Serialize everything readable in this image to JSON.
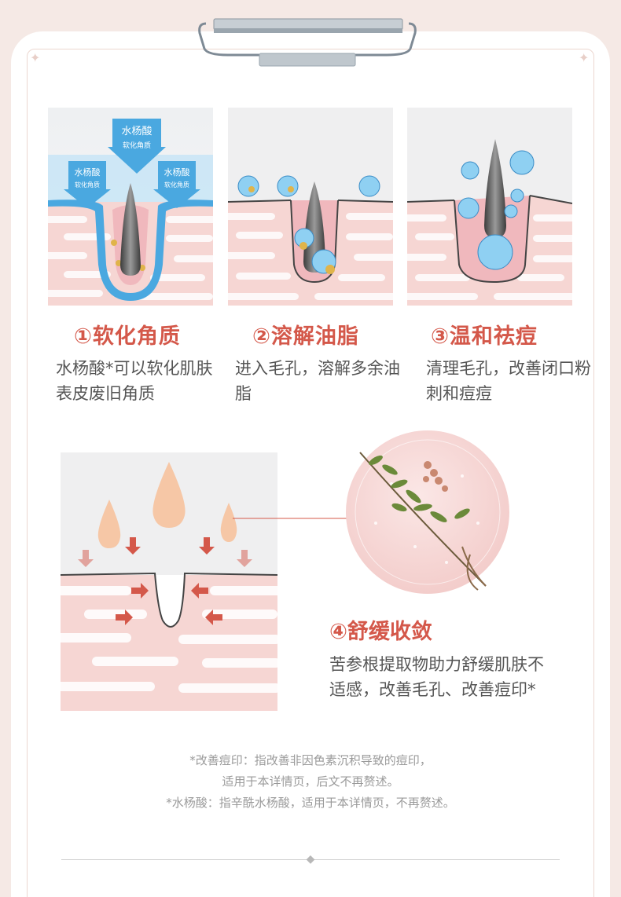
{
  "colors": {
    "accent": "#d4584a",
    "text": "#555555",
    "note": "#9a9a9a",
    "skin": "#f6d6d3",
    "salicylic": "#4aa8e0"
  },
  "panel1": {
    "arrows": [
      {
        "title": "水杨酸",
        "sub": "软化角质"
      },
      {
        "title": "水杨酸",
        "sub": "软化角质"
      },
      {
        "title": "水杨酸",
        "sub": "软化角质"
      }
    ]
  },
  "steps": [
    {
      "title": "①软化角质",
      "desc": "水杨酸*可以软化肌肤表皮废旧角质"
    },
    {
      "title": "②溶解油脂",
      "desc": "进入毛孔，溶解多余油脂"
    },
    {
      "title": "③温和祛痘",
      "desc": "清理毛孔，改善闭口粉刺和痘痘"
    },
    {
      "title": "④舒缓收敛",
      "desc": "苦参根提取物助力舒缓肌肤不适感，改善毛孔、改善痘印*"
    }
  ],
  "notes": [
    "*改善痘印：指改善非因色素沉积导致的痘印，",
    "适用于本详情页，后文不再赘述。",
    "*水杨酸：指辛酰水杨酸，适用于本详情页，不再赘述。"
  ],
  "icons": [
    "clip-icon",
    "sparkle-icon",
    "herb-icon",
    "droplet-icon",
    "diamond-icon"
  ]
}
